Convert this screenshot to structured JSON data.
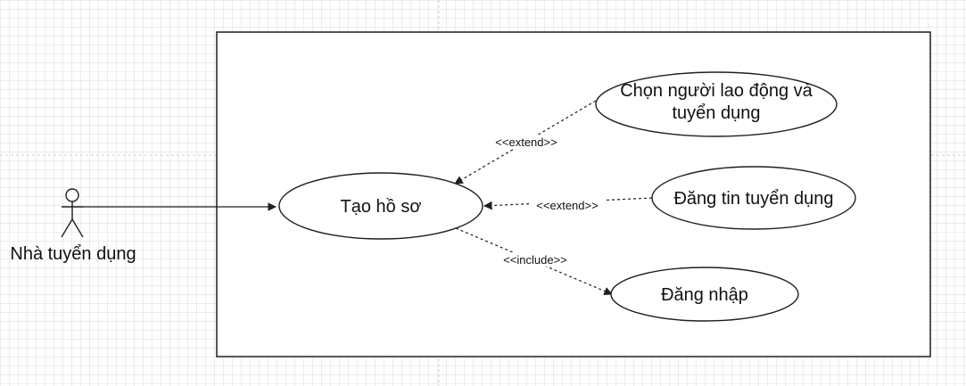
{
  "actor": {
    "label": "Nhà tuyển dụng"
  },
  "use_cases": {
    "create_profile": "Tạo hồ sơ",
    "select_worker": [
      "Chọn người lao động và",
      "tuyển dụng"
    ],
    "post_job": "Đăng tin tuyển dụng",
    "login": "Đăng nhập"
  },
  "relations": {
    "extend_1": "<<extend>>",
    "extend_2": "<<extend>>",
    "include_1": "<<include>>"
  }
}
